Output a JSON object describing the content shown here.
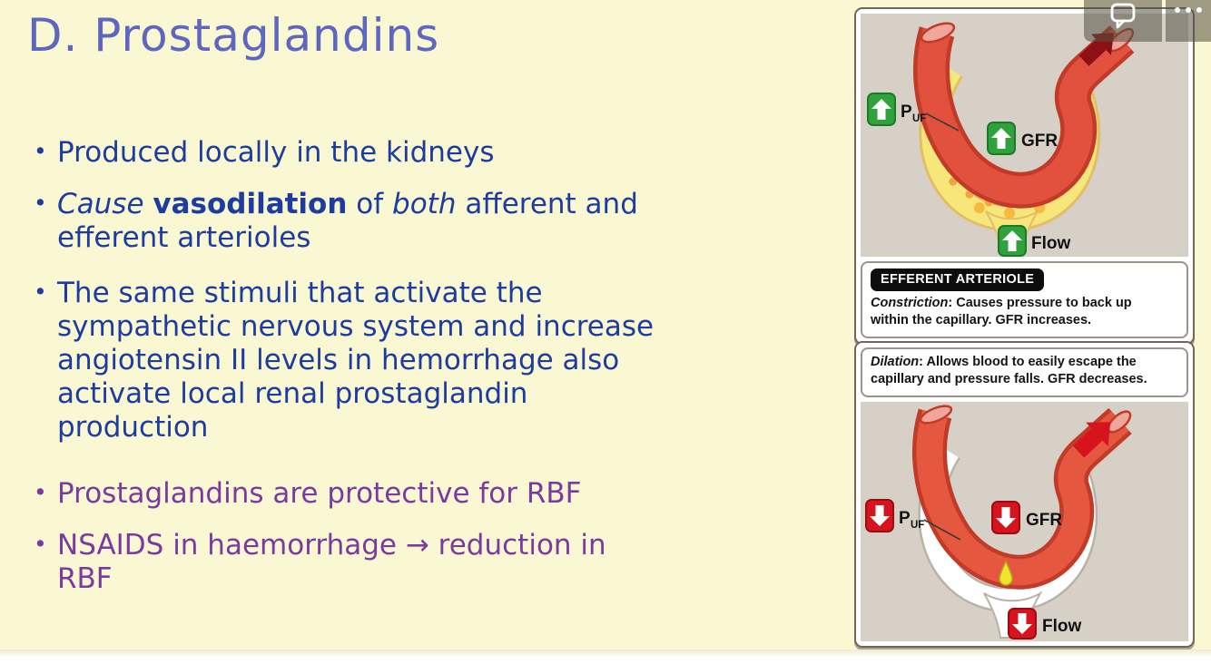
{
  "colors": {
    "slide_bg": "#FAF7D3",
    "title": "#5F66BE",
    "bullet_blue": "#1D3CA0",
    "bullet_purple": "#7A3AA0",
    "panel_gray": "#D7D0C7",
    "panel_border": "#6E675C",
    "vessel_red": "#E2503E",
    "vessel_outline": "#C23A28",
    "capsule_yellow": "#F7E77B",
    "increase_green": "#2FA23C",
    "decrease_red": "#D7141E",
    "efferent_arrow_maroon": "#8C1016"
  },
  "slide": {
    "title": "D. Prostaglandins",
    "bullets": [
      {
        "color": "#1D3CA0",
        "lines": [
          [
            {
              "t": "Produced locally in the kidneys"
            }
          ]
        ]
      },
      {
        "color": "#1D3CA0",
        "lines": [
          [
            {
              "t": "Cause ",
              "i": true
            },
            {
              "t": "vasodilation",
              "b": true
            },
            {
              "t": " of "
            },
            {
              "t": "both",
              "i": true
            },
            {
              "t": " afferent and"
            }
          ],
          [
            {
              "t": "efferent arterioles"
            }
          ]
        ]
      },
      {
        "color": "#1D3CA0",
        "lines": [
          [
            {
              "t": "The same stimuli that activate the"
            }
          ],
          [
            {
              "t": "sympathetic nervous system and increase"
            }
          ],
          [
            {
              "t": "angiotensin II levels in hemorrhage also"
            }
          ],
          [
            {
              "t": "activate local renal prostaglandin"
            }
          ],
          [
            {
              "t": "production"
            }
          ]
        ]
      },
      {
        "color": "#7A3AA0",
        "lines": [
          [
            {
              "t": "Prostaglandins are protective for RBF"
            }
          ]
        ]
      },
      {
        "color": "#7A3AA0",
        "lines": [
          [
            {
              "t": "NSAIDS in haemorrhage → reduction in"
            }
          ],
          [
            {
              "t": "RBF"
            }
          ]
        ]
      }
    ]
  },
  "panels": {
    "top": {
      "tag": "EFFERENT ARTERIOLE",
      "caption": {
        "lead": "Constriction",
        "line1_rest": ": Causes pressure to back up",
        "line2": "within the capillary. GFR increases."
      },
      "labels": {
        "p": "P",
        "p_sub": "UF",
        "gfr": "GFR",
        "flow": "Flow"
      },
      "arrow_direction": "up"
    },
    "bottom": {
      "caption": {
        "lead": "Dilation",
        "line1_rest": ": Allows blood to easily escape the",
        "line2": "capillary and pressure falls. GFR decreases."
      },
      "labels": {
        "p": "P",
        "p_sub": "UF",
        "gfr": "GFR",
        "flow": "Flow"
      },
      "arrow_direction": "down"
    }
  },
  "overlay": {
    "comment_icon": "speech-bubble-icon",
    "more_icon": "ellipsis-icon"
  }
}
